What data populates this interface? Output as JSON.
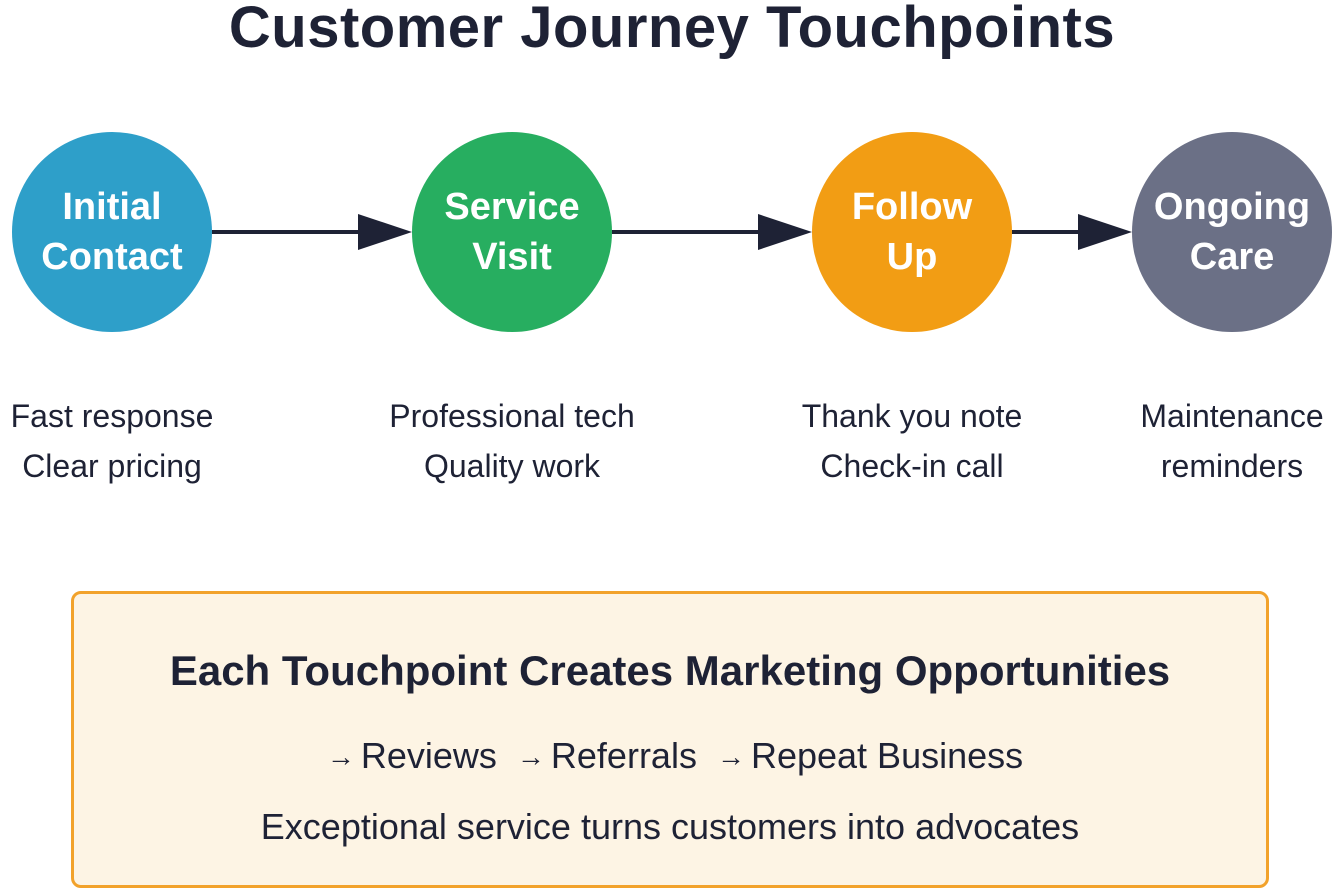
{
  "title": "Customer Journey Touchpoints",
  "stages": [
    {
      "line1": "Initial",
      "line2": "Contact",
      "color": "#2e9fc9",
      "details": [
        "Fast response",
        "Clear pricing"
      ]
    },
    {
      "line1": "Service",
      "line2": "Visit",
      "color": "#27ae60",
      "details": [
        "Professional tech",
        "Quality work"
      ]
    },
    {
      "line1": "Follow",
      "line2": "Up",
      "color": "#f29d14",
      "details": [
        "Thank you note",
        "Check-in call"
      ]
    },
    {
      "line1": "Ongoing",
      "line2": "Care",
      "color": "#6b7086",
      "details": [
        "Maintenance",
        "reminders"
      ]
    }
  ],
  "callout": {
    "title": "Each Touchpoint Creates Marketing Opportunities",
    "arrow_glyph": "→",
    "flow": [
      "Reviews",
      "Referrals",
      "Repeat Business"
    ],
    "subtitle": "Exceptional service turns customers into advocates",
    "border_color": "#f2a22b",
    "background_color": "#fdf4e4"
  },
  "connector_color": "#1e2235"
}
